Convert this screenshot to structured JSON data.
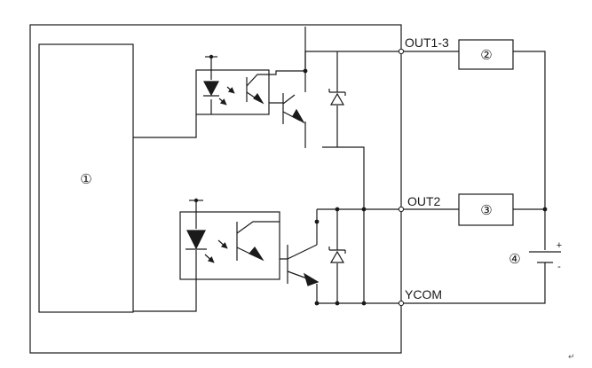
{
  "terminals": {
    "out1_3": "OUT1-3",
    "out2": "OUT2",
    "ycom": "YCOM"
  },
  "blocks": {
    "internal_circuit": "①",
    "load_1": "②",
    "load_2": "③",
    "power_supply": "④"
  },
  "battery": {
    "plus": "+",
    "minus": "-"
  },
  "margin_mark": "↵"
}
